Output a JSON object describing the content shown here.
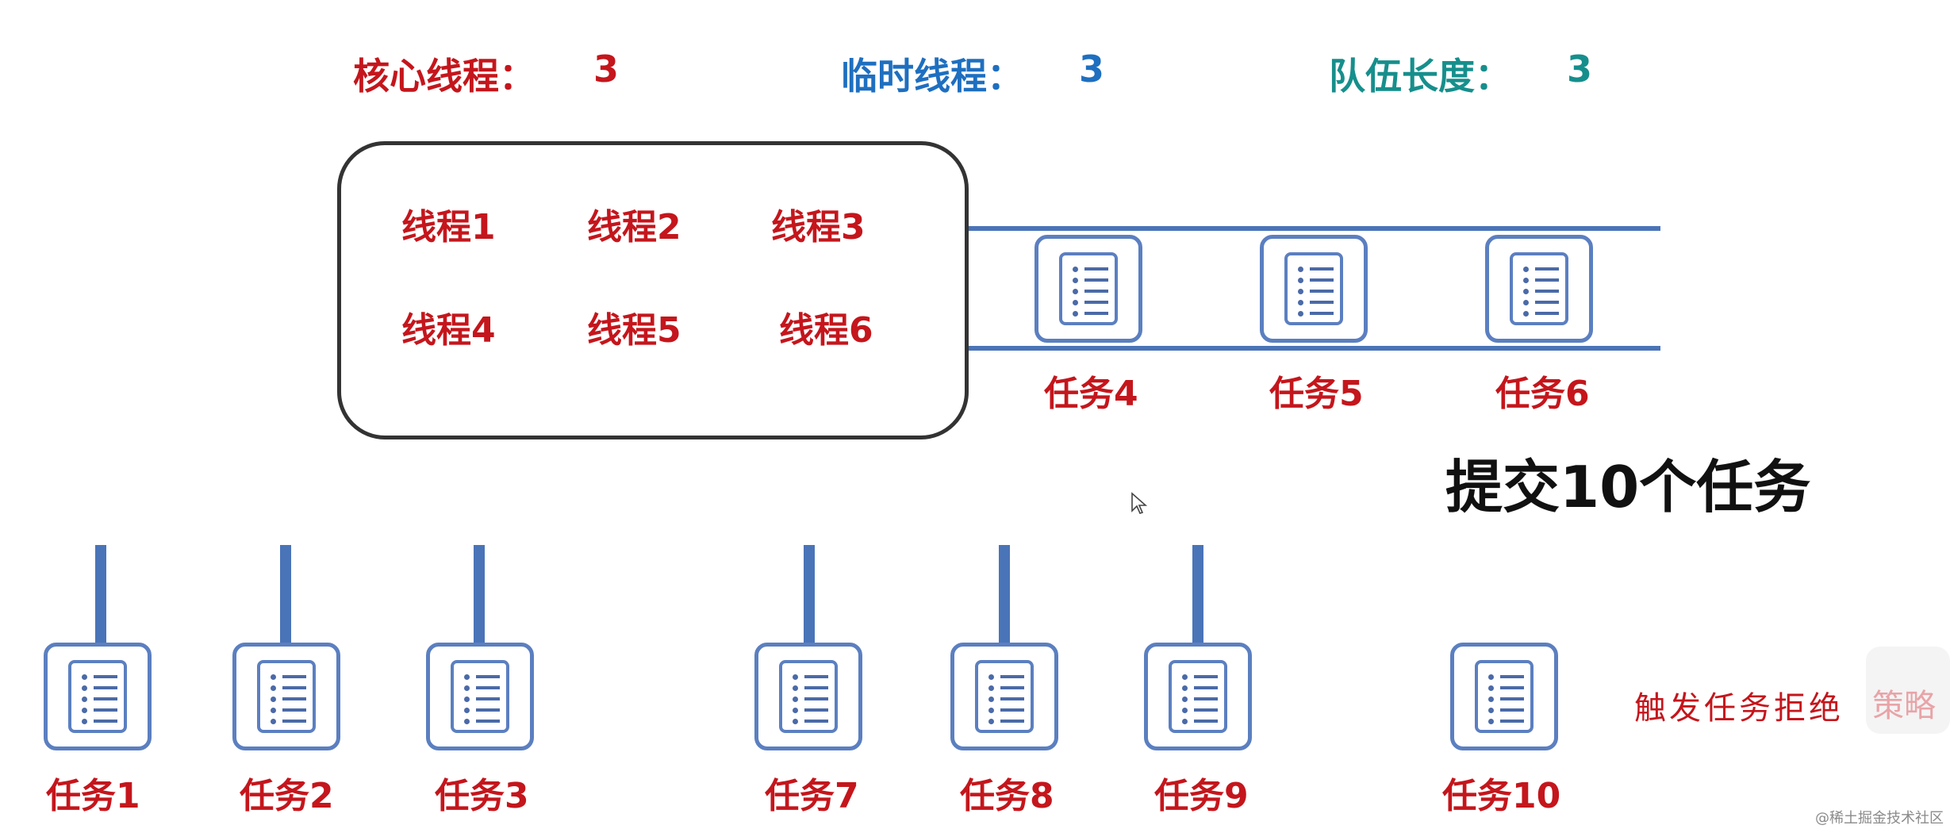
{
  "header": {
    "core_label": "核心线程：",
    "core_value": "3",
    "temp_label": "临时线程：",
    "temp_value": "3",
    "queue_label": "队伍长度：",
    "queue_value": "3"
  },
  "pool": {
    "threads": [
      "线程1",
      "线程2",
      "线程3",
      "线程4",
      "线程5",
      "线程6"
    ]
  },
  "queue": {
    "tasks": [
      "任务4",
      "任务5",
      "任务6"
    ]
  },
  "title": "提交10个任务",
  "bottom_tasks": [
    "任务1",
    "任务2",
    "任务3",
    "任务7",
    "任务8",
    "任务9",
    "任务10"
  ],
  "reject_text": "触发任务拒绝",
  "reject_badge": "策略",
  "watermark": "@稀土掘金技术社区",
  "colors": {
    "red": "#c4161c",
    "blue": "#1e6fc0",
    "teal": "#168f8c",
    "card": "#5b7fc0"
  }
}
